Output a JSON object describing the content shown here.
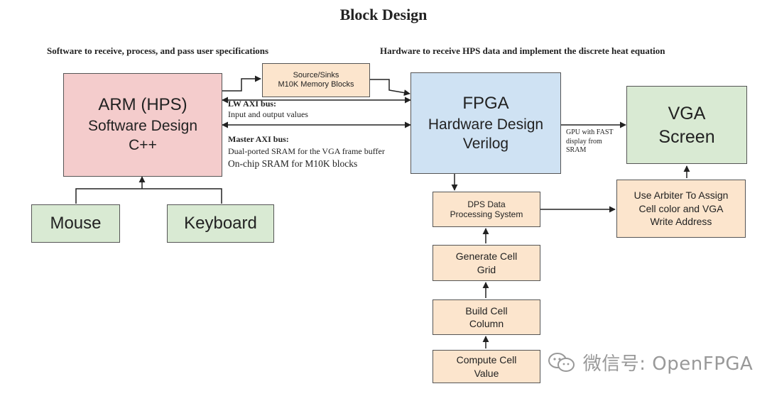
{
  "title": "Block Design",
  "software_heading": "Software to receive, process, and pass user specifications",
  "hardware_heading": "Hardware to receive HPS data and implement the discrete heat equation",
  "arm": {
    "line1": "ARM (HPS)",
    "line2": "Software Design",
    "line3": "C++"
  },
  "source": {
    "line1": "Source/Sinks",
    "line2": "M10K Memory Blocks"
  },
  "fpga": {
    "line1": "FPGA",
    "line2": "Hardware Design",
    "line3": "Verilog"
  },
  "vga": {
    "line1": "VGA",
    "line2": "Screen"
  },
  "lw_bus": {
    "title": "LW AXI bus:",
    "desc": "Input and output values"
  },
  "master_bus": {
    "title": "Master AXI bus:",
    "desc1": "Dual-ported SRAM for the VGA frame buffer",
    "desc2": "On-chip SRAM for M10K blocks"
  },
  "gpu_note": {
    "line1": "GPU with FAST",
    "line2": "display from",
    "line3": "SRAM"
  },
  "mouse": "Mouse",
  "keyboard": "Keyboard",
  "dps": {
    "line1": "DPS Data",
    "line2": "Processing System"
  },
  "arbiter": {
    "line1": "Use Arbiter To Assign",
    "line2": "Cell color and VGA",
    "line3": "Write Address"
  },
  "gen_grid": {
    "line1": "Generate Cell",
    "line2": "Grid"
  },
  "build_col": {
    "line1": "Build Cell",
    "line2": "Column"
  },
  "compute_val": {
    "line1": "Compute Cell",
    "line2": "Value"
  },
  "watermark": {
    "icon": "wechat-icon",
    "text": "微信号: OpenFPGA"
  }
}
